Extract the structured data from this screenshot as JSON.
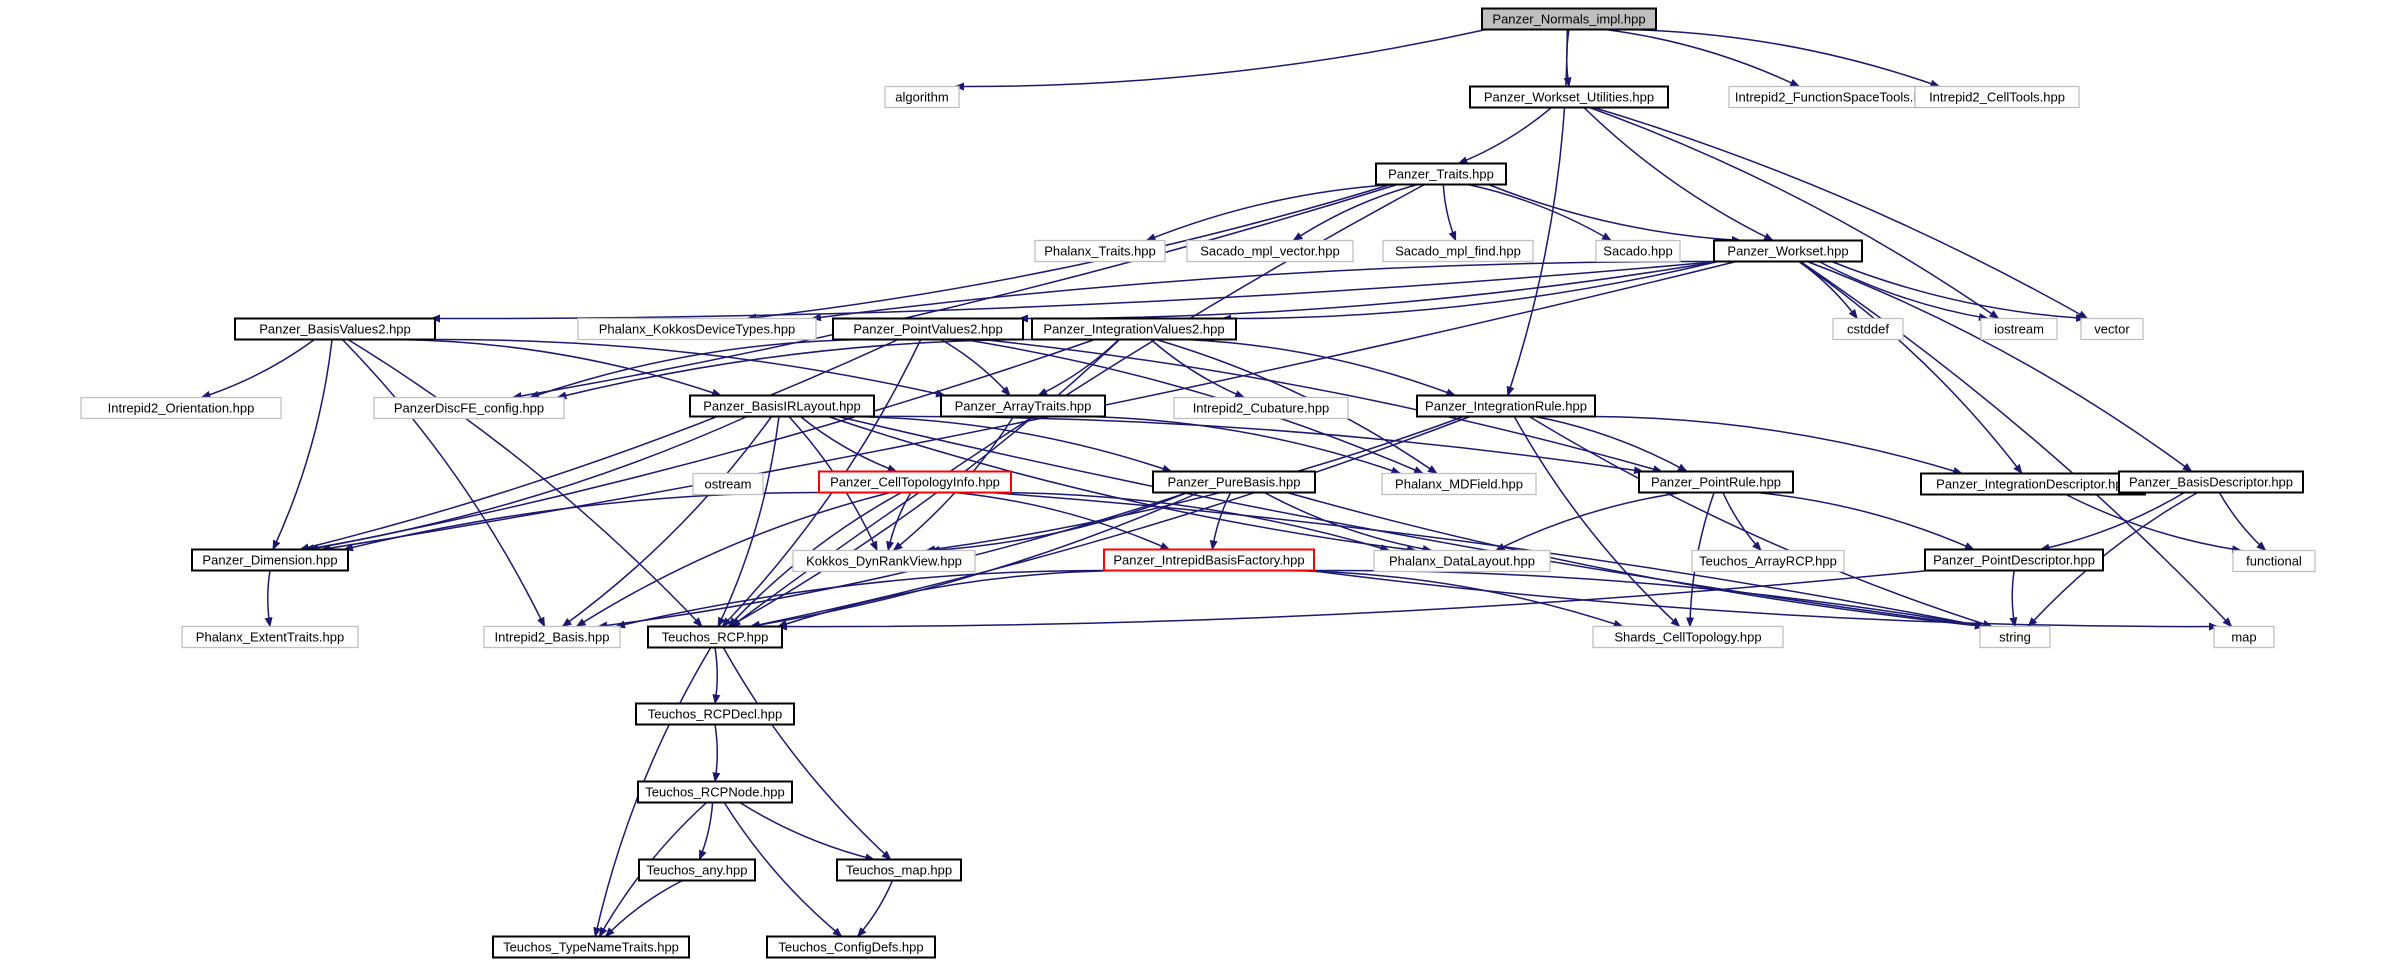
{
  "graph": {
    "edge_color": "#191970",
    "nodes": [
      {
        "id": "normals",
        "label": "Panzer_Normals_impl.hpp",
        "style": "root"
      },
      {
        "id": "algorithm",
        "label": "algorithm",
        "style": "gray"
      },
      {
        "id": "wsutil",
        "label": "Panzer_Workset_Utilities.hpp",
        "style": "black"
      },
      {
        "id": "fst",
        "label": "Intrepid2_FunctionSpaceTools.hpp",
        "style": "gray"
      },
      {
        "id": "celltools",
        "label": "Intrepid2_CellTools.hpp",
        "style": "gray"
      },
      {
        "id": "traits",
        "label": "Panzer_Traits.hpp",
        "style": "black"
      },
      {
        "id": "phxtraits",
        "label": "Phalanx_Traits.hpp",
        "style": "gray"
      },
      {
        "id": "mplvector",
        "label": "Sacado_mpl_vector.hpp",
        "style": "gray"
      },
      {
        "id": "mplfind",
        "label": "Sacado_mpl_find.hpp",
        "style": "gray"
      },
      {
        "id": "sacado",
        "label": "Sacado.hpp",
        "style": "gray"
      },
      {
        "id": "workset",
        "label": "Panzer_Workset.hpp",
        "style": "black"
      },
      {
        "id": "basisvalues",
        "label": "Panzer_BasisValues2.hpp",
        "style": "black"
      },
      {
        "id": "kokkosdevice",
        "label": "Phalanx_KokkosDeviceTypes.hpp",
        "style": "gray"
      },
      {
        "id": "pointvalues",
        "label": "Panzer_PointValues2.hpp",
        "style": "black"
      },
      {
        "id": "intvalues",
        "label": "Panzer_IntegrationValues2.hpp",
        "style": "black"
      },
      {
        "id": "cstddef",
        "label": "cstddef",
        "style": "gray"
      },
      {
        "id": "iostream",
        "label": "iostream",
        "style": "gray"
      },
      {
        "id": "vector",
        "label": "vector",
        "style": "gray"
      },
      {
        "id": "orientation",
        "label": "Intrepid2_Orientation.hpp",
        "style": "gray"
      },
      {
        "id": "discfe",
        "label": "PanzerDiscFE_config.hpp",
        "style": "gray"
      },
      {
        "id": "basisir",
        "label": "Panzer_BasisIRLayout.hpp",
        "style": "black"
      },
      {
        "id": "arraytraits",
        "label": "Panzer_ArrayTraits.hpp",
        "style": "black"
      },
      {
        "id": "cubature",
        "label": "Intrepid2_Cubature.hpp",
        "style": "gray"
      },
      {
        "id": "intrule",
        "label": "Panzer_IntegrationRule.hpp",
        "style": "black"
      },
      {
        "id": "ostream",
        "label": "ostream",
        "style": "gray"
      },
      {
        "id": "celltopo",
        "label": "Panzer_CellTopologyInfo.hpp",
        "style": "red"
      },
      {
        "id": "purebasis",
        "label": "Panzer_PureBasis.hpp",
        "style": "black"
      },
      {
        "id": "mdfield",
        "label": "Phalanx_MDField.hpp",
        "style": "gray"
      },
      {
        "id": "pointrule",
        "label": "Panzer_PointRule.hpp",
        "style": "black"
      },
      {
        "id": "intdesc",
        "label": "Panzer_IntegrationDescriptor.hpp",
        "style": "black"
      },
      {
        "id": "basisdesc",
        "label": "Panzer_BasisDescriptor.hpp",
        "style": "black"
      },
      {
        "id": "dimension",
        "label": "Panzer_Dimension.hpp",
        "style": "black"
      },
      {
        "id": "dynrank",
        "label": "Kokkos_DynRankView.hpp",
        "style": "gray"
      },
      {
        "id": "basisfactory",
        "label": "Panzer_IntrepidBasisFactory.hpp",
        "style": "red"
      },
      {
        "id": "datalayout",
        "label": "Phalanx_DataLayout.hpp",
        "style": "gray"
      },
      {
        "id": "arrayrcp",
        "label": "Teuchos_ArrayRCP.hpp",
        "style": "gray"
      },
      {
        "id": "pointdesc",
        "label": "Panzer_PointDescriptor.hpp",
        "style": "black"
      },
      {
        "id": "functional",
        "label": "functional",
        "style": "gray"
      },
      {
        "id": "extent",
        "label": "Phalanx_ExtentTraits.hpp",
        "style": "gray"
      },
      {
        "id": "i2basis",
        "label": "Intrepid2_Basis.hpp",
        "style": "gray"
      },
      {
        "id": "rcp",
        "label": "Teuchos_RCP.hpp",
        "style": "black"
      },
      {
        "id": "shards",
        "label": "Shards_CellTopology.hpp",
        "style": "gray"
      },
      {
        "id": "string",
        "label": "string",
        "style": "gray"
      },
      {
        "id": "map",
        "label": "map",
        "style": "gray"
      },
      {
        "id": "rcpdecl",
        "label": "Teuchos_RCPDecl.hpp",
        "style": "black"
      },
      {
        "id": "rcpnode",
        "label": "Teuchos_RCPNode.hpp",
        "style": "black"
      },
      {
        "id": "any",
        "label": "Teuchos_any.hpp",
        "style": "black"
      },
      {
        "id": "tmap",
        "label": "Teuchos_map.hpp",
        "style": "black"
      },
      {
        "id": "typename",
        "label": "Teuchos_TypeNameTraits.hpp",
        "style": "black"
      },
      {
        "id": "configdefs",
        "label": "Teuchos_ConfigDefs.hpp",
        "style": "black"
      }
    ],
    "edges": [
      [
        "normals",
        "algorithm"
      ],
      [
        "normals",
        "wsutil"
      ],
      [
        "normals",
        "fst"
      ],
      [
        "normals",
        "celltools"
      ],
      [
        "normals",
        "intrule"
      ],
      [
        "wsutil",
        "traits"
      ],
      [
        "wsutil",
        "workset"
      ],
      [
        "wsutil",
        "iostream"
      ],
      [
        "wsutil",
        "vector"
      ],
      [
        "traits",
        "phxtraits"
      ],
      [
        "traits",
        "mplvector"
      ],
      [
        "traits",
        "mplfind"
      ],
      [
        "traits",
        "sacado"
      ],
      [
        "traits",
        "workset"
      ],
      [
        "traits",
        "discfe"
      ],
      [
        "traits",
        "kokkosdevice"
      ],
      [
        "traits",
        "rcp"
      ],
      [
        "workset",
        "basisvalues"
      ],
      [
        "workset",
        "kokkosdevice"
      ],
      [
        "workset",
        "pointvalues"
      ],
      [
        "workset",
        "intvalues"
      ],
      [
        "workset",
        "cstddef"
      ],
      [
        "workset",
        "iostream"
      ],
      [
        "workset",
        "vector"
      ],
      [
        "workset",
        "map"
      ],
      [
        "workset",
        "intdesc"
      ],
      [
        "workset",
        "basisdesc"
      ],
      [
        "workset",
        "dimension"
      ],
      [
        "basisvalues",
        "orientation"
      ],
      [
        "basisvalues",
        "basisir"
      ],
      [
        "basisvalues",
        "arraytraits"
      ],
      [
        "basisvalues",
        "rcp"
      ],
      [
        "basisvalues",
        "i2basis"
      ],
      [
        "basisvalues",
        "dimension"
      ],
      [
        "pointvalues",
        "discfe"
      ],
      [
        "pointvalues",
        "arraytraits"
      ],
      [
        "pointvalues",
        "mdfield"
      ],
      [
        "pointvalues",
        "dimension"
      ],
      [
        "pointvalues",
        "rcp"
      ],
      [
        "pointvalues",
        "pointrule"
      ],
      [
        "intvalues",
        "discfe"
      ],
      [
        "intvalues",
        "arraytraits"
      ],
      [
        "intvalues",
        "cubature"
      ],
      [
        "intvalues",
        "intrule"
      ],
      [
        "intvalues",
        "mdfield"
      ],
      [
        "intvalues",
        "dimension"
      ],
      [
        "intvalues",
        "rcp"
      ],
      [
        "basisir",
        "celltopo"
      ],
      [
        "basisir",
        "purebasis"
      ],
      [
        "basisir",
        "rcp"
      ],
      [
        "basisir",
        "dimension"
      ],
      [
        "basisir",
        "dynrank"
      ],
      [
        "basisir",
        "i2basis"
      ],
      [
        "basisir",
        "string"
      ],
      [
        "basisir",
        "datalayout"
      ],
      [
        "basisir",
        "pointrule"
      ],
      [
        "arraytraits",
        "dynrank"
      ],
      [
        "arraytraits",
        "mdfield"
      ],
      [
        "intrule",
        "pointrule"
      ],
      [
        "intrule",
        "intdesc"
      ],
      [
        "intrule",
        "shards"
      ],
      [
        "intrule",
        "rcp"
      ],
      [
        "intrule",
        "dynrank"
      ],
      [
        "intrule",
        "string"
      ],
      [
        "celltopo",
        "dimension"
      ],
      [
        "celltopo",
        "dynrank"
      ],
      [
        "celltopo",
        "basisfactory"
      ],
      [
        "celltopo",
        "datalayout"
      ],
      [
        "celltopo",
        "string"
      ],
      [
        "celltopo",
        "rcp"
      ],
      [
        "celltopo",
        "i2basis"
      ],
      [
        "purebasis",
        "basisfactory"
      ],
      [
        "purebasis",
        "datalayout"
      ],
      [
        "purebasis",
        "dynrank"
      ],
      [
        "purebasis",
        "rcp"
      ],
      [
        "purebasis",
        "string"
      ],
      [
        "purebasis",
        "i2basis"
      ],
      [
        "pointrule",
        "datalayout"
      ],
      [
        "pointrule",
        "arrayrcp"
      ],
      [
        "pointrule",
        "pointdesc"
      ],
      [
        "pointrule",
        "shards"
      ],
      [
        "basisdesc",
        "pointdesc"
      ],
      [
        "basisdesc",
        "functional"
      ],
      [
        "basisdesc",
        "string"
      ],
      [
        "intdesc",
        "functional"
      ],
      [
        "pointdesc",
        "string"
      ],
      [
        "pointdesc",
        "rcp"
      ],
      [
        "basisfactory",
        "rcp"
      ],
      [
        "basisfactory",
        "shards"
      ],
      [
        "basisfactory",
        "string"
      ],
      [
        "basisfactory",
        "map"
      ],
      [
        "basisfactory",
        "i2basis"
      ],
      [
        "dimension",
        "extent"
      ],
      [
        "rcp",
        "rcpdecl"
      ],
      [
        "rcp",
        "typename"
      ],
      [
        "rcp",
        "tmap"
      ],
      [
        "rcpdecl",
        "rcpnode"
      ],
      [
        "rcpnode",
        "any"
      ],
      [
        "rcpnode",
        "tmap"
      ],
      [
        "rcpnode",
        "typename"
      ],
      [
        "rcpnode",
        "configdefs"
      ],
      [
        "any",
        "typename"
      ],
      [
        "tmap",
        "configdefs"
      ]
    ]
  }
}
